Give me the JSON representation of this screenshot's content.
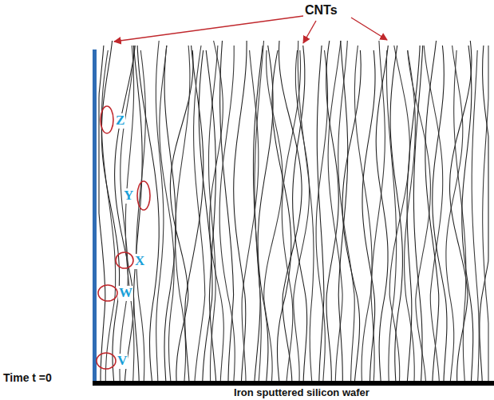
{
  "diagram": {
    "labels": [
      "CNTs",
      "Z",
      "Y",
      "X",
      "W",
      "V",
      "Time t =0",
      "Iron sputtered silicon wafer"
    ]
  }
}
